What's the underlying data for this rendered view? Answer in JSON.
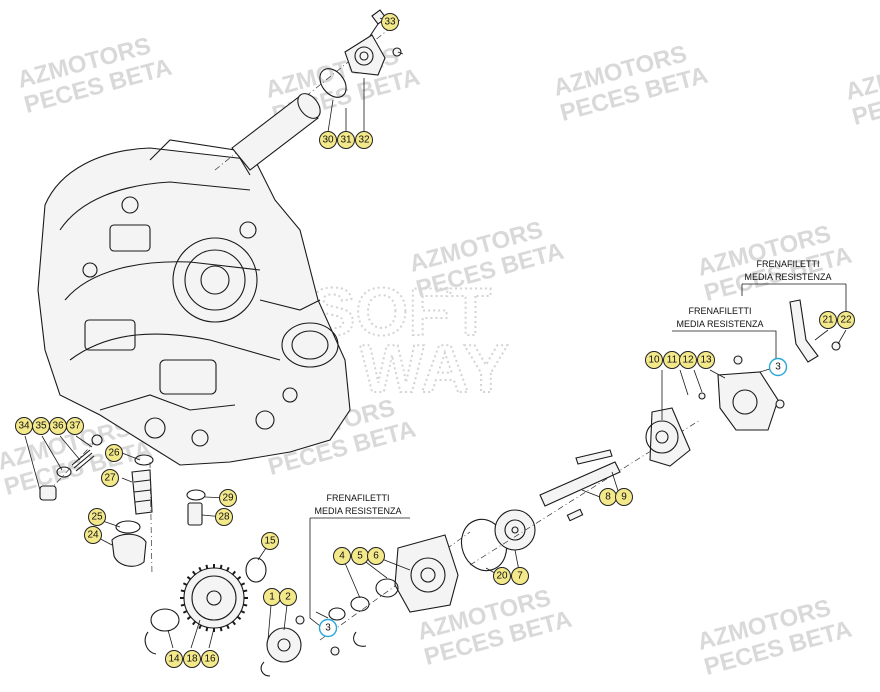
{
  "watermarks": [
    {
      "line1": "AZMOTORS",
      "line2": "PECES BETA"
    },
    {
      "line1": "AZMOTORS",
      "line2": "PECES BETA"
    },
    {
      "line1": "AZMOTORS",
      "line2": "PECES BETA"
    },
    {
      "line1": "AZMOTORS",
      "line2": "PECES BETA"
    },
    {
      "line1": "AZMOTORS",
      "line2": "PECES BETA"
    },
    {
      "line1": "AZMOTORS",
      "line2": "PECES BETA"
    },
    {
      "line1": "AZMOTORS",
      "line2": "PECES BETA"
    },
    {
      "line1": "AZMOTORS",
      "line2": "PECES BETA"
    },
    {
      "line1": "AZMOTORS",
      "line2": "PECES BETA"
    },
    {
      "line1": "AZMOTORS",
      "line2": "PECES BETA"
    }
  ],
  "center_watermark": {
    "line1": "SOFT",
    "line2": "WAY"
  },
  "notes": [
    {
      "line1": "FRENAFILETTI",
      "line2": "MEDIA RESISTENZA"
    },
    {
      "line1": "FRENAFILETTI",
      "line2": "MEDIA RESISTENZA"
    },
    {
      "line1": "FRENAFILETTI",
      "line2": "MEDIA RESISTENZA"
    }
  ],
  "callouts": [
    "33",
    "30",
    "31",
    "32",
    "10",
    "11",
    "12",
    "13",
    "3",
    "21",
    "22",
    "34",
    "35",
    "36",
    "37",
    "26",
    "27",
    "29",
    "28",
    "25",
    "24",
    "8",
    "9",
    "20",
    "7",
    "4",
    "5",
    "6",
    "3",
    "15",
    "1",
    "2",
    "14",
    "18",
    "16"
  ]
}
